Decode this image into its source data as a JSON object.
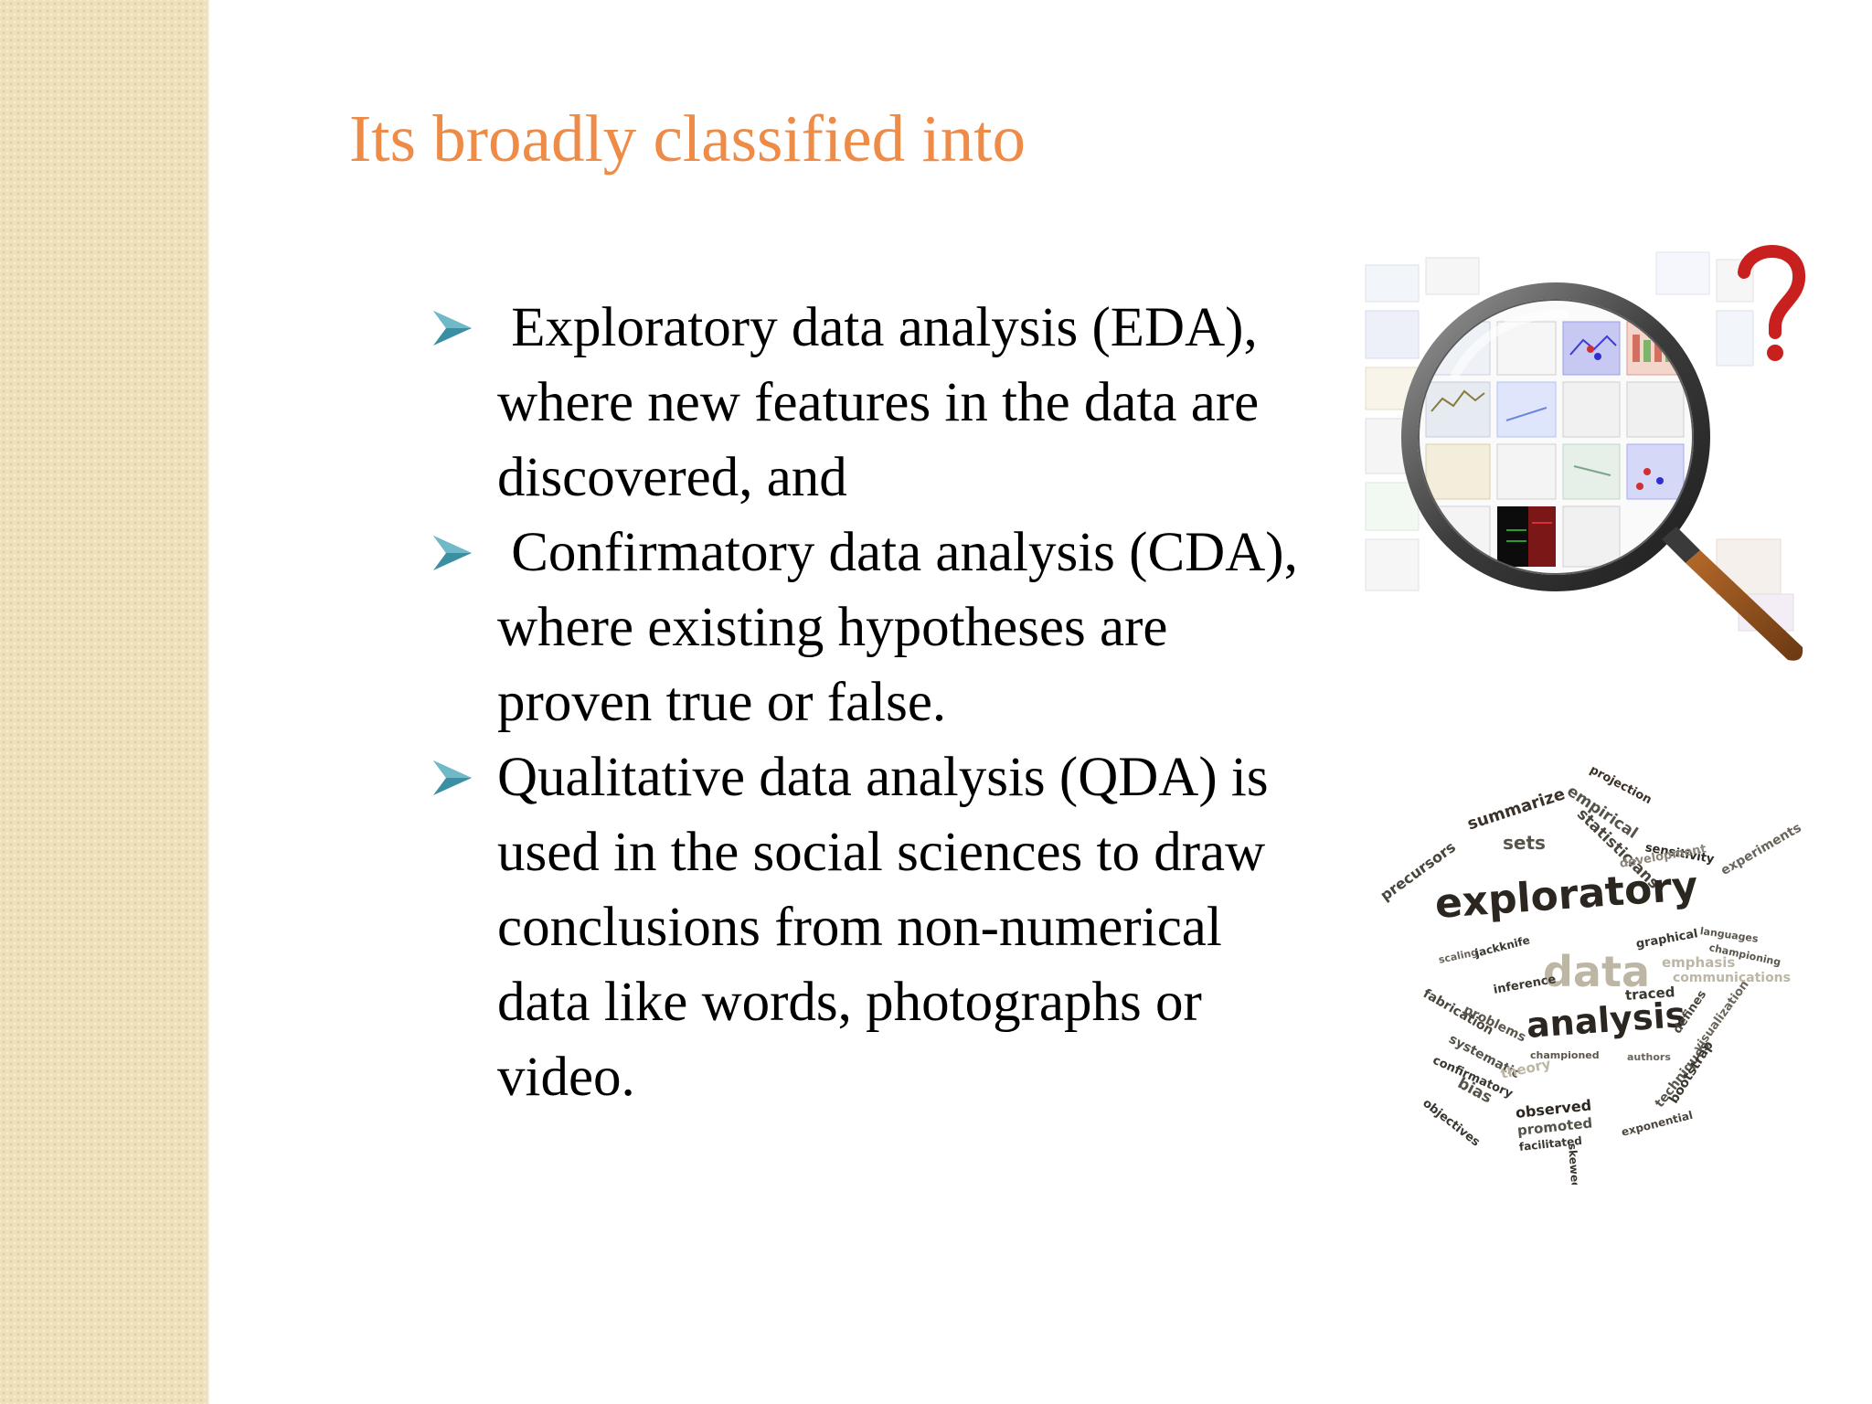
{
  "slide": {
    "title": "Its broadly classified into",
    "bullets": [
      {
        "lead": " Exploratory data analysis",
        "rest": "(EDA), where new features in the data are discovered, and"
      },
      {
        "lead": " Confirmatory data analysis",
        "rest": "(CDA), where existing hypotheses are proven true or false."
      },
      {
        "lead": "Qualitative data analysis (QDA)",
        "rest": "is used in the social sciences to draw conclusions from non-numerical data like words, photographs or video."
      }
    ]
  },
  "wordcloud": {
    "words": [
      "projection",
      "empirical",
      "statisticians",
      "summarize",
      "sets",
      "sensitivity",
      "precursors",
      "development",
      "exploratory",
      "experiments",
      "languages",
      "graphical",
      "championing",
      "scaling",
      "jackknife",
      "data",
      "emphasis",
      "communications",
      "fabrication",
      "inference",
      "traced",
      "problems",
      "analysis",
      "defines",
      "visualization",
      "systematic",
      "confirmatory",
      "championed",
      "authors",
      "techniques",
      "bootstrap",
      "bias",
      "theory",
      "objectives",
      "observed",
      "promoted",
      "facilitated",
      "skewed",
      "exponential"
    ]
  },
  "colors": {
    "title": "#ed8b47",
    "bullet_marker": "#3a8fa3",
    "side_strip": "#efe1b9",
    "magnifier_handle": "#8a4e1c",
    "question_mark": "#c8201e"
  },
  "icons": {
    "bullet": "arrowhead-bullet-icon",
    "magnifier": "magnifying-glass-icon",
    "question": "question-mark-icon"
  }
}
